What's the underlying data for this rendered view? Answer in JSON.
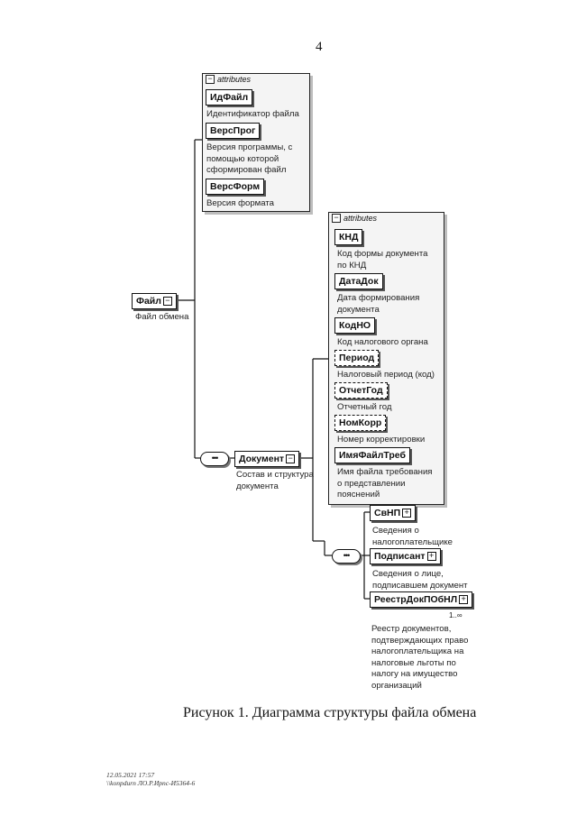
{
  "page_number": "4",
  "attributes_label": "attributes",
  "root": {
    "name": "Файл",
    "description": "Файл обмена"
  },
  "file_attributes": [
    {
      "name": "ИдФайл",
      "description": "Идентификатор файла"
    },
    {
      "name": "ВерсПрог",
      "description_lines": [
        "Версия программы, с",
        "помощью которой",
        "сформирован файл"
      ]
    },
    {
      "name": "ВерсФорм",
      "description": "Версия формата"
    }
  ],
  "document": {
    "name": "Документ",
    "description_lines": [
      "Состав и структура",
      "документа"
    ]
  },
  "document_attributes": [
    {
      "name": "КНД",
      "description_lines": [
        "Код формы документа",
        "по КНД"
      ],
      "optional": false
    },
    {
      "name": "ДатаДок",
      "description_lines": [
        "Дата формирования",
        "документа"
      ],
      "optional": false
    },
    {
      "name": "КодНО",
      "description_lines": [
        "Код налогового органа"
      ],
      "optional": false
    },
    {
      "name": "Период",
      "description_lines": [
        "Налоговый период (код)"
      ],
      "optional": true
    },
    {
      "name": "ОтчетГод",
      "description_lines": [
        "Отчетный год"
      ],
      "optional": true
    },
    {
      "name": "НомКорр",
      "description_lines": [
        "Номер корректировки"
      ],
      "optional": true
    },
    {
      "name": "ИмяФайлТреб",
      "description_lines": [
        "Имя файла требования",
        "о представлении",
        "пояснений"
      ],
      "optional": false
    }
  ],
  "children": [
    {
      "name": "СвНП",
      "description_lines": [
        "Сведения о",
        "налогоплательщике"
      ]
    },
    {
      "name": "Подписант",
      "description_lines": [
        "Сведения о лице,",
        "подписавшем документ"
      ]
    },
    {
      "name": "РеестрДокПОбНЛ",
      "multiplicity": "1..∞",
      "description_lines": [
        "Реестр документов,",
        "подтверждающих право",
        "налогоплательщика на",
        "налоговые льготы по",
        "налогу на имущество",
        "организаций"
      ]
    }
  ],
  "caption": "Рисунок 1. Диаграмма структуры файла обмена",
  "footer_lines": [
    "12.05.2021 17:57",
    "\\\\konpdurn ЛО.Р.Ирпс-И5364-6"
  ]
}
